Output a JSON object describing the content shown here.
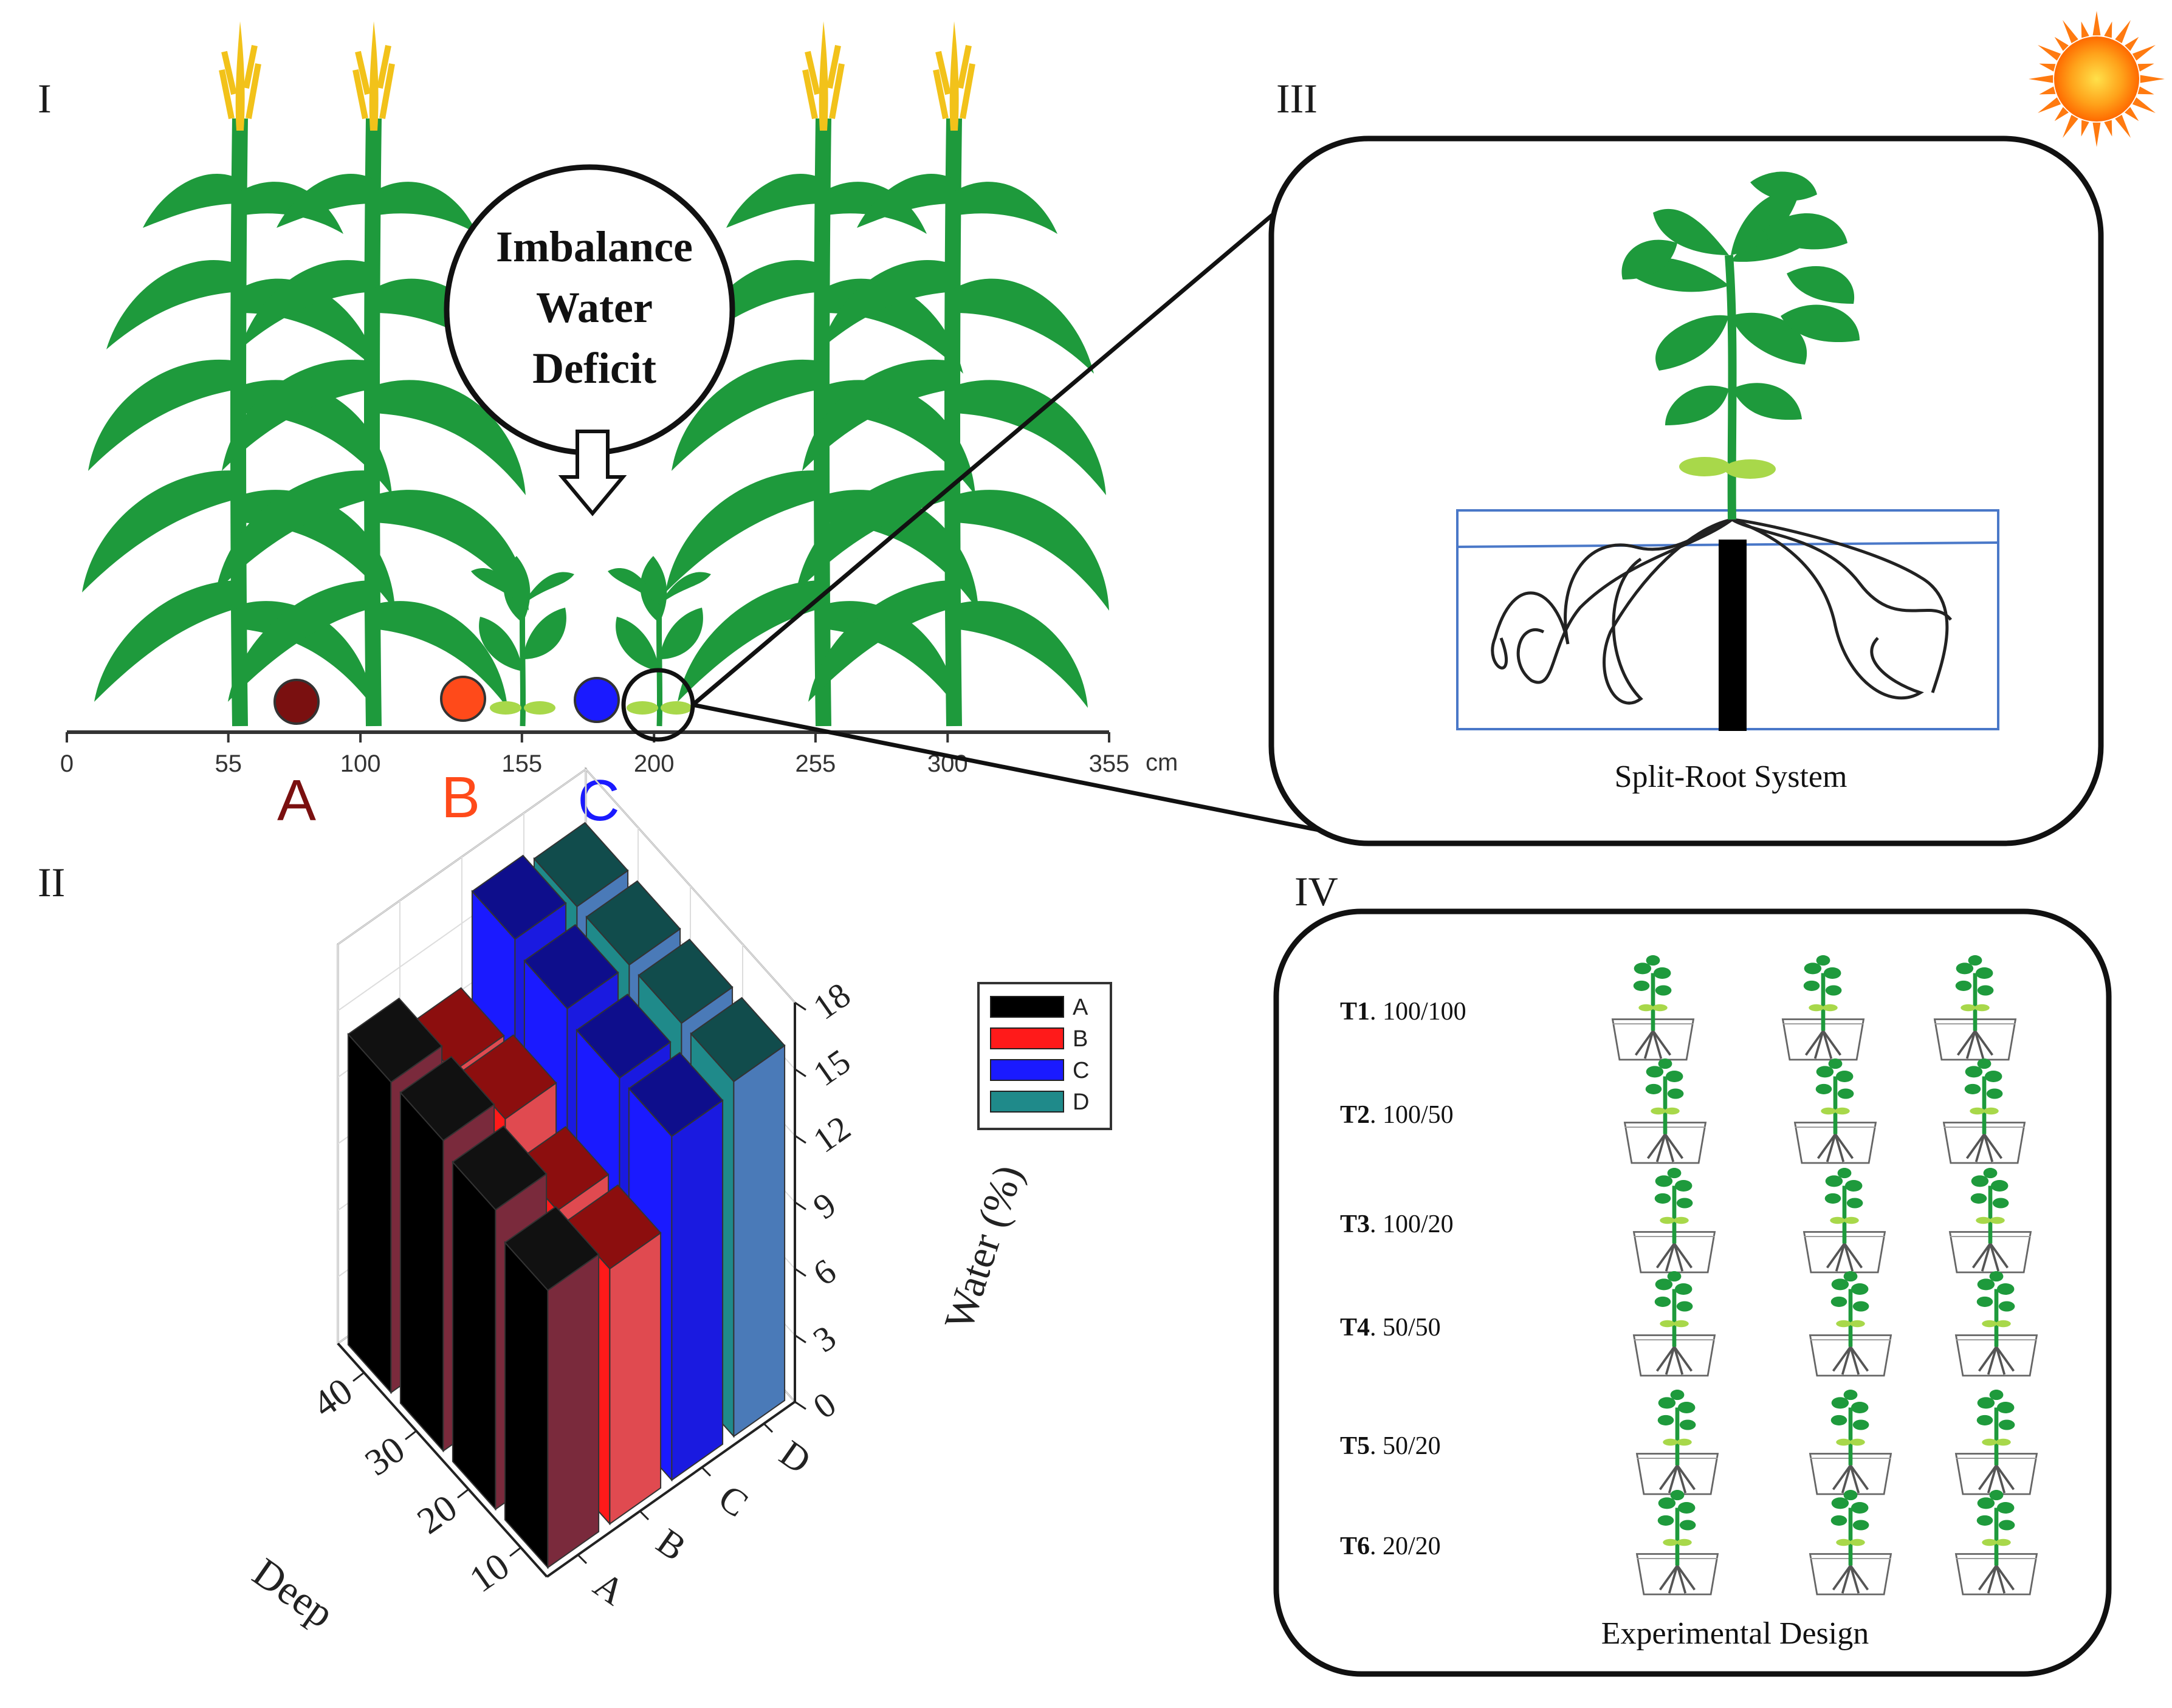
{
  "panels": {
    "I": "I",
    "II": "II",
    "III": "III",
    "IV": "IV"
  },
  "field_scene": {
    "callout_lines": [
      "Imbalance",
      "Water",
      "Deficit"
    ],
    "axis_ticks": [
      "0",
      "55",
      "100",
      "155",
      "200",
      "255",
      "300",
      "355"
    ],
    "axis_unit": "cm",
    "points": [
      {
        "label": "A",
        "color": "#7a1010"
      },
      {
        "label": "B",
        "color": "#ff4a1a"
      },
      {
        "label": "C",
        "color": "#1a1aff"
      }
    ]
  },
  "split_root": {
    "caption": "Split-Root System"
  },
  "experimental_design": {
    "caption": "Experimental Design",
    "treatments": [
      {
        "code": "T1",
        "ratio": ". 100/100"
      },
      {
        "code": "T2",
        "ratio": ". 100/50"
      },
      {
        "code": "T3",
        "ratio": ". 100/20"
      },
      {
        "code": "T4",
        "ratio": ". 50/50"
      },
      {
        "code": "T5",
        "ratio": ". 50/20"
      },
      {
        "code": "T6",
        "ratio": ". 20/20"
      }
    ]
  },
  "chart_data": {
    "type": "bar",
    "variant": "3d",
    "xlabel": "Deep",
    "ylabel": "Water (%)",
    "x_categories": [
      "10",
      "20",
      "30",
      "40"
    ],
    "series_categories": [
      "A",
      "B",
      "C",
      "D"
    ],
    "z_ticks": [
      "0",
      "3",
      "6",
      "9",
      "12",
      "15",
      "18"
    ],
    "zlim": [
      0,
      18
    ],
    "legend_position": "top-right",
    "series": [
      {
        "name": "A",
        "color": "#000000",
        "values": [
          12.5,
          13.5,
          14,
          14
        ]
      },
      {
        "name": "B",
        "color": "#ff1a1a",
        "values": [
          11.5,
          11.5,
          13,
          12.5
        ]
      },
      {
        "name": "C",
        "color": "#1a1aff",
        "values": [
          15.5,
          15.5,
          16,
          16.5
        ]
      },
      {
        "name": "D",
        "color": "#1f8a8a",
        "values": [
          16,
          16,
          16,
          16
        ]
      }
    ]
  }
}
